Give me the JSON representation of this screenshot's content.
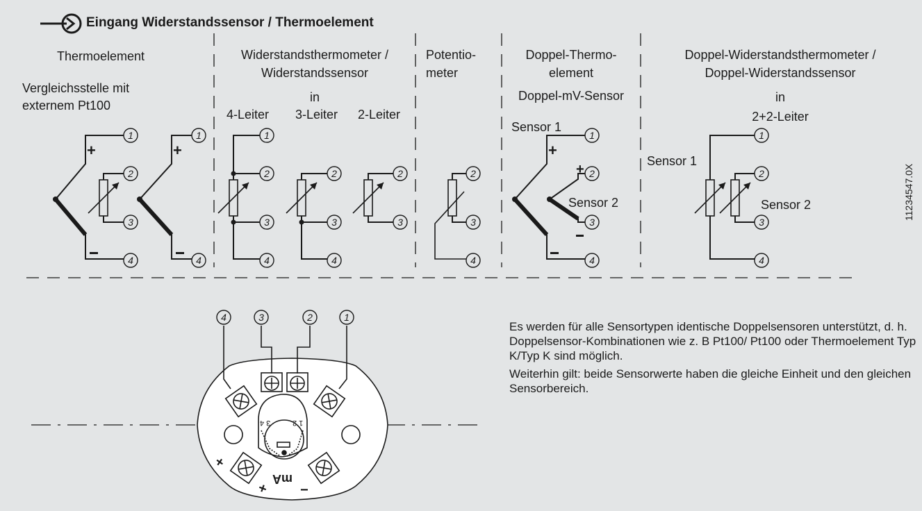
{
  "title": "Eingang Widerstandssensor / Thermoelement",
  "columns": {
    "thermo": {
      "heading": "Thermoelement",
      "sub1": "Vergleichsstelle mit",
      "sub2": "externem Pt100"
    },
    "rtd": {
      "heading1": "Widerstandsthermometer /",
      "heading2": "Widerstandssensor",
      "heading3": "in",
      "w4": "4-Leiter",
      "w3": "3-Leiter",
      "w2": "2-Leiter"
    },
    "poti": {
      "heading1": "Potentio-",
      "heading2": "meter"
    },
    "dual_tc": {
      "heading1": "Doppel-Thermo-",
      "heading2": "element",
      "heading3": "Doppel-mV-Sensor",
      "sensor1": "Sensor 1",
      "sensor2": "Sensor 2"
    },
    "dual_rtd": {
      "heading1": "Doppel-Widerstandsthermometer /",
      "heading2": "Doppel-Widerstandssensor",
      "heading3": "in",
      "heading4": "2+2-Leiter",
      "sensor1": "Sensor 1",
      "sensor2": "Sensor 2"
    }
  },
  "terminals": [
    "1",
    "2",
    "3",
    "4"
  ],
  "polarity": {
    "plus": "+",
    "minus": "−"
  },
  "device": {
    "label_ma": "mA",
    "inner_left": "3 4",
    "inner_right": "1 2"
  },
  "doc_number": "11234547.0X",
  "notes": [
    "Es werden für alle Sensortypen identische Doppelsensoren unterstützt, d. h. Doppelsensor-Kombinationen wie z. B Pt100/ Pt100 oder Thermoelement Typ K/Typ K sind möglich.",
    "Weiterhin gilt: beide Sensorwerte haben die gleiche Einheit und den gleichen Sensorbereich."
  ]
}
